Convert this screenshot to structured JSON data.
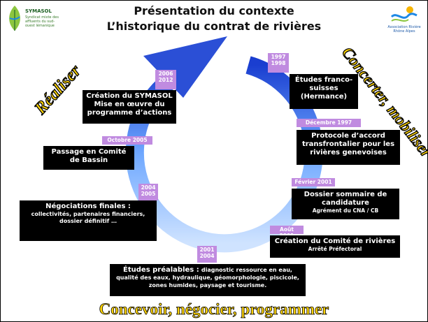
{
  "header": {
    "title_line1": "Présentation du contexte",
    "title_line2": "L’historique du contrat de rivières"
  },
  "logos": {
    "left": {
      "name": "SYMASOL",
      "subtitle": "Syndicat mixte des affluents du sud-ouest lémanique",
      "icon": "symasol-leaf-logo"
    },
    "right": {
      "name": "Association Rivière Rhône Alpes",
      "icon": "riviere-rhone-alpes-logo"
    }
  },
  "phases": {
    "realiser": "Réaliser",
    "concerter": "Concerter, mobiliser",
    "concevoir": "Concevoir, négocier, programmer"
  },
  "timeline": [
    {
      "id": "1997-1998",
      "tag": "1997\n1998",
      "title": "Études franco-suisses (Hermance)",
      "detail": ""
    },
    {
      "id": "dec-1997",
      "tag": "Décembre 1997",
      "title": "Protocole d’accord transfrontalier pour les rivières genevoises",
      "detail": ""
    },
    {
      "id": "fev-2001",
      "tag": "Février 2001",
      "title": "Dossier sommaire de candidature",
      "detail": "Agrément du CNA / CB"
    },
    {
      "id": "aout-2001",
      "tag": "Août 2001",
      "title": "Création du Comité de rivières",
      "detail": "Arrêté Préfectoral"
    },
    {
      "id": "2001-2004",
      "tag": "2001\n2004",
      "title": "Études préalables :",
      "detail": "diagnostic ressource en eau, qualité des eaux, hydraulique, géomorphologie, piscicole, zones humides, paysage et tourisme."
    },
    {
      "id": "2004-2005",
      "tag": "2004\n2005",
      "title": "Négociations finales :",
      "detail": "collectivités, partenaires financiers, dossier définitif …"
    },
    {
      "id": "oct-2005",
      "tag": "Octobre 2005",
      "title": "Passage en Comité de Bassin",
      "detail": ""
    },
    {
      "id": "2006-2012",
      "tag": "2006\n2012",
      "title": "Création du SYMASOL Mise en œuvre du programme d’actions",
      "detail": ""
    }
  ],
  "colors": {
    "cycle_blue": "#2b4fd6",
    "tag_purple": "#c08be0",
    "phase_yellow": "#ffd400"
  }
}
